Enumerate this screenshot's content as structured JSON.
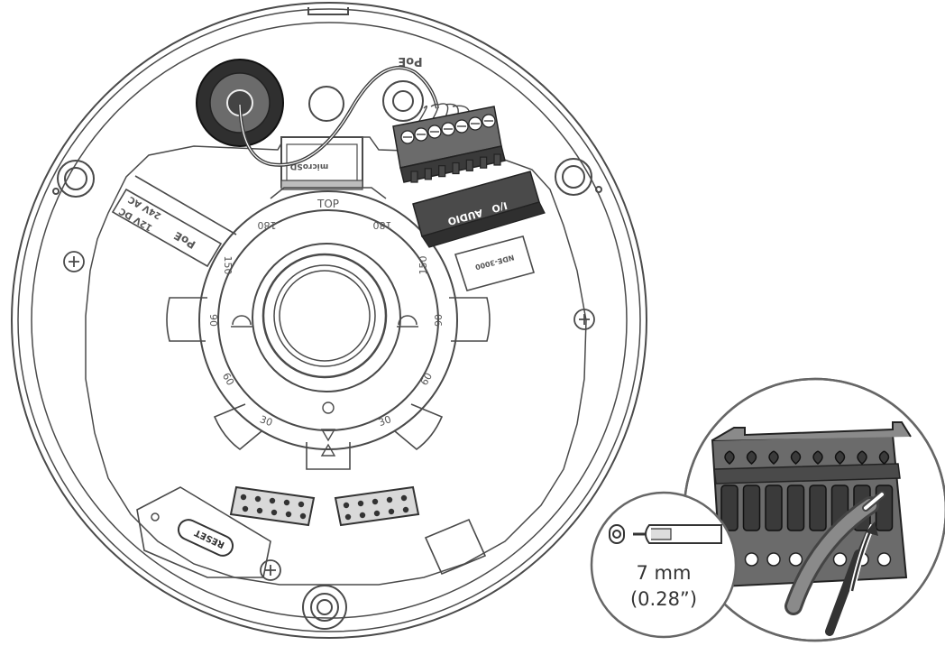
{
  "base_labels": {
    "top": "TOP",
    "poe_connector": "PoE",
    "poe_power": "PoE",
    "power_24vac": "24V AC",
    "power_12vdc": "12V DC",
    "io": "I/O",
    "audio": "AUDIO",
    "reset": "RESET",
    "micro_sd": "microSD",
    "model_plate": "NDE-3000"
  },
  "dial_marks": [
    "180",
    "180",
    "150",
    "150",
    "90",
    "90",
    "60",
    "60",
    "30",
    "30"
  ],
  "strip_detail": {
    "length_metric": "7 mm",
    "length_imperial": "(0.28”)"
  },
  "colors": {
    "line": "#4a4a4a",
    "connector_dark": "#3a3a3a",
    "connector_mid": "#6b6b6b",
    "grommet": "#2f2f2f",
    "cable": "#3d3d3d",
    "detail_cable": "#8a8a8a"
  }
}
